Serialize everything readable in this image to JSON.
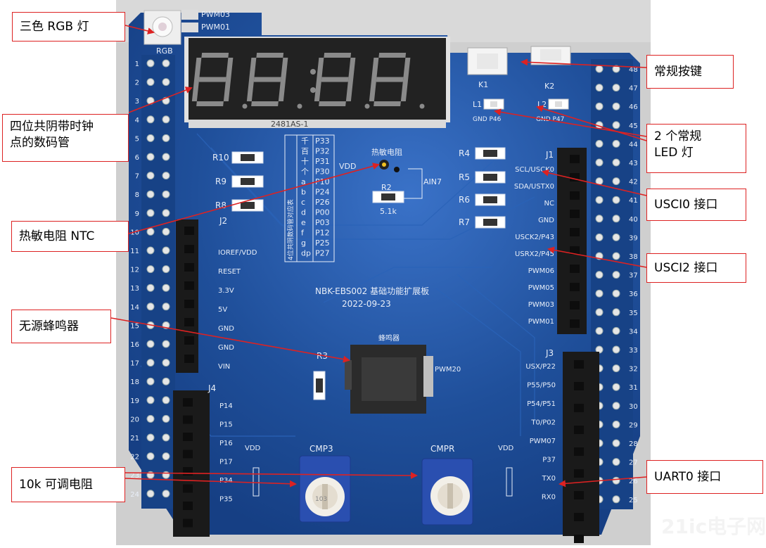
{
  "callouts": {
    "rgb_led": "三色 RGB 灯",
    "seven_seg": "四位共阴带时钟\n点的数码管",
    "ntc": "热敏电阻 NTC",
    "buzzer": "无源蜂鸣器",
    "pot": "10k 可调电阻",
    "keys": "常规按键",
    "leds": "2 个常规\nLED 灯",
    "usci0": "USCI0 接口",
    "usci2": "USCI2 接口",
    "uart0": "UART0 接口"
  },
  "board": {
    "title": "NBK-EBS002 基础功能扩展板",
    "date": "2022-09-23",
    "display_part": "2481AS-1",
    "rgb_label": "RGB",
    "pwm03": "PWM03",
    "pwm01": "PWM01",
    "r10": "R10",
    "r9": "R9",
    "r8": "R8",
    "r4": "R4",
    "r5": "R5",
    "r6": "R6",
    "r7": "R7",
    "r3": "R3",
    "r2": "R2",
    "r2_val": "5.1k",
    "ntc_label": "热敏电阻",
    "vdd": "VDD",
    "ain7": "AIN7",
    "k1": "K1",
    "k2": "K2",
    "l1": "L1",
    "l2": "L2",
    "gnd_p46": "GND P46",
    "gnd_p47": "GND P47",
    "buzzer_label": "蜂鸣器",
    "pwm20": "PWM20",
    "cmp3": "CMP3",
    "cmpr": "CMPR",
    "j1": "J1",
    "j2": "J2",
    "j3": "J3",
    "j4": "J4",
    "seg_table_left": [
      "千",
      "百",
      "十",
      "个",
      "a",
      "b",
      "c",
      "d",
      "e",
      "f",
      "g",
      "dp"
    ],
    "seg_table_right": [
      "P33",
      "P32",
      "P31",
      "P30",
      "P10",
      "P24",
      "P26",
      "P00",
      "P03",
      "P12",
      "P25",
      "P27"
    ],
    "seg_vertical_note": "4位共阴数码管对应表",
    "j2_labels": [
      "IOREF/VDD",
      "RESET",
      "3.3V",
      "5V",
      "GND",
      "GND",
      "VIN"
    ],
    "j4_labels": [
      "P14",
      "P15",
      "P16",
      "P17",
      "P34",
      "P35"
    ],
    "j1_labels": [
      "SCL/USCK0",
      "SDA/USTX0",
      "NC",
      "GND",
      "USCK2/P43",
      "USRX2/P45",
      "PWM06",
      "PWM05",
      "PWM03",
      "PWM01"
    ],
    "j3_labels": [
      "USX/P22",
      "P55/P50",
      "P54/P51",
      "T0/P02",
      "PWM07",
      "P37",
      "TX0",
      "RX0"
    ],
    "left_pin_numbers": [
      "1",
      "2",
      "3",
      "4",
      "5",
      "6",
      "7",
      "8",
      "9",
      "10",
      "11",
      "12",
      "13",
      "14",
      "15",
      "16",
      "17",
      "18",
      "19",
      "20",
      "21",
      "22",
      "23",
      "24"
    ],
    "right_pin_numbers": [
      "48",
      "47",
      "46",
      "45",
      "44",
      "43",
      "42",
      "41",
      "40",
      "39",
      "38",
      "37",
      "36",
      "35",
      "34",
      "33",
      "32",
      "31",
      "30",
      "29",
      "28",
      "27",
      "26",
      "25"
    ],
    "pot_code": "103"
  },
  "watermark": "21ic电子网",
  "colors": {
    "pcb": "#1f4f9a",
    "pcb_dark": "#143a78",
    "callout_border": "#dd2222",
    "arrow": "#dd2222",
    "header": "#1a1a1a",
    "seg_body": "#222222"
  }
}
